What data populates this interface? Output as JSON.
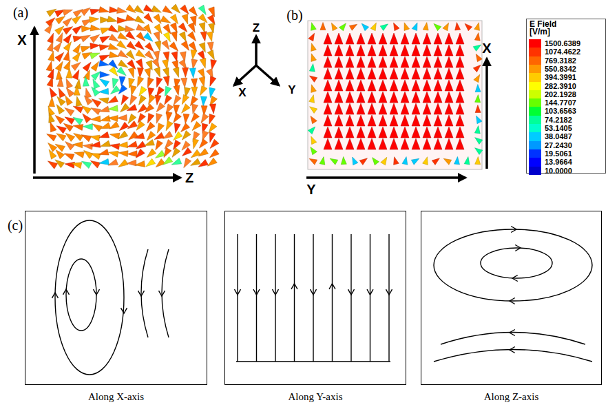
{
  "diagram": {
    "nodes": [
      {
        "text": [
          "Along X-axis"
        ]
      },
      {
        "text": [
          "Along Y-axis"
        ]
      },
      {
        "text": [
          "Along Z-axis"
        ]
      }
    ],
    "labels": [
      "(a)",
      "X",
      "Z",
      "Z",
      "X",
      "Y",
      "(b)",
      "X",
      "Y",
      "(c)",
      "E Field [V/m]"
    ],
    "legend": [
      {
        "text": "1500.6389",
        "color": "#ff0000"
      },
      {
        "text": "1074.4622",
        "color": "#ff3300"
      },
      {
        "text": "769.3182",
        "color": "#ff6600"
      },
      {
        "text": "550.8342",
        "color": "#ff9900"
      },
      {
        "text": "394.3991",
        "color": "#ffcc00"
      },
      {
        "text": "282.3910",
        "color": "#ffff00"
      },
      {
        "text": "202.1928",
        "color": "#ccff00"
      },
      {
        "text": "144.7707",
        "color": "#66ff00"
      },
      {
        "text": "103.6563",
        "color": "#00ff33"
      },
      {
        "text": "74.2182",
        "color": "#00ff99"
      },
      {
        "text": "53.1405",
        "color": "#00ffcc"
      },
      {
        "text": "38.0487",
        "color": "#00ccff"
      },
      {
        "text": "27.2430",
        "color": "#0099ff"
      },
      {
        "text": "19.5061",
        "color": "#0033ff"
      },
      {
        "text": "13.9664",
        "color": "#0000ff"
      },
      {
        "text": "10.0000",
        "color": "#0000cc"
      }
    ]
  }
}
